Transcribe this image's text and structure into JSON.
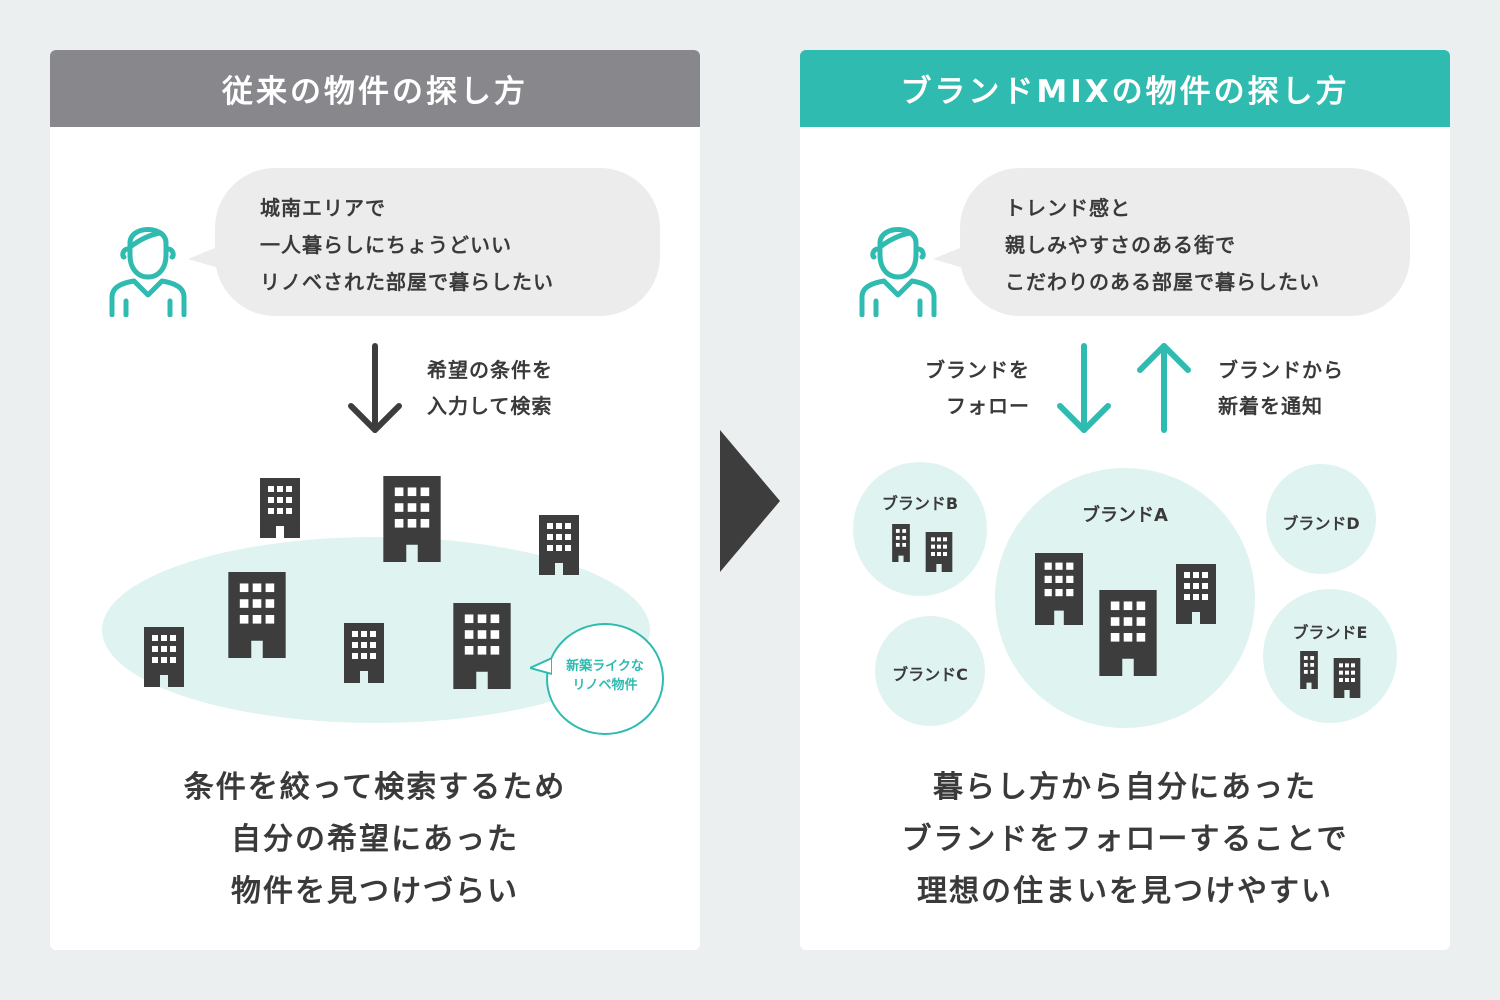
{
  "left": {
    "title": "従来の物件の探し方",
    "speech": [
      "城南エリアで",
      "一人暮らしにちょうどいい",
      "リノベされた部屋で暮らしたい"
    ],
    "arrow_caption": [
      "希望の条件を",
      "入力して検索"
    ],
    "badge": [
      "新築ライクな",
      "リノベ物件"
    ],
    "summary": [
      "条件を絞って検索するため",
      "自分の希望にあった",
      "物件を見つけづらい"
    ]
  },
  "right": {
    "title": "ブランドMIXの物件の探し方",
    "speech": [
      "トレンド感と",
      "親しみやすさのある街で",
      "こだわりのある部屋で暮らしたい"
    ],
    "follow_caption": [
      "ブランドを",
      "フォロー"
    ],
    "notify_caption": [
      "ブランドから",
      "新着を通知"
    ],
    "brands": {
      "a": "ブランドA",
      "b": "ブランドB",
      "c": "ブランドC",
      "d": "ブランドD",
      "e": "ブランドE"
    },
    "summary": [
      "暮らし方から自分にあった",
      "ブランドをフォローすることで",
      "理想の住まいを見つけやすい"
    ]
  },
  "colors": {
    "teal": "#30bbb1",
    "gray_header": "#88878c",
    "building": "#3d3d3d",
    "light_teal": "#dff3f1",
    "bubble": "#ececec",
    "background": "#eceff0"
  },
  "icons": {
    "person": "person-icon",
    "building": "building-icon",
    "transition": "play-triangle-icon"
  }
}
